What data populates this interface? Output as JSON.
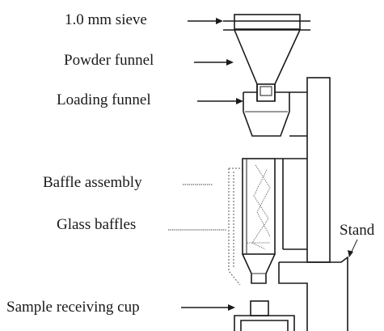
{
  "labels": {
    "sieve": "1.0 mm sieve",
    "powder_funnel": "Powder funnel",
    "loading_funnel": "Loading funnel",
    "baffle_assembly": "Baffle assembly",
    "glass_baffles": "Glass baffles",
    "stand": "Stand",
    "sample_cup": "Sample receiving cup"
  }
}
